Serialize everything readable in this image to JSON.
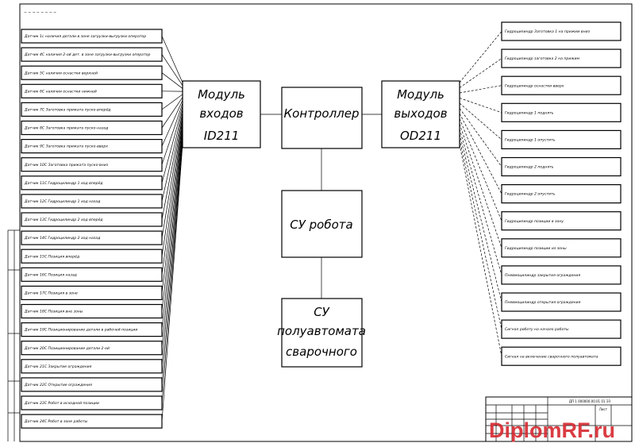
{
  "modules": {
    "input": [
      "Модуль",
      "входов",
      "ID211"
    ],
    "controller": [
      "Контроллер"
    ],
    "output": [
      "Модуль",
      "выходов",
      "OD211"
    ],
    "robot": [
      "СУ робота"
    ],
    "welder": [
      "СУ",
      "полуавтомата",
      "сварочного"
    ]
  },
  "sheet_header": "~ ~ ~ ~ ~ ~ ~ ~",
  "inputs": [
    "Датчик 1с наличия детали в зоне загрузки-выгрузки оператор",
    "Датчик 4С наличия 2-ой дет. в зоне загрузки-выгрузки оператор",
    "Датчик 5С наличия оснастки верхней",
    "Датчик 6С наличия оснастки нижней",
    "Датчик 7С Заготовка прижата пуско-вперёд",
    "Датчик 8С Заготовка прижата пуско-назад",
    "Датчик 9С Заготовка прижата пуско-вверх",
    "Датчик 10С Заготовка прижата пуско-вниз",
    "Датчик 11С Гидроцилиндр 1 ход вперёд",
    "Датчик 12С Гидроцилиндр 1 ход назад",
    "Датчик 13С Гидроцилиндр 2 ход вперёд",
    "Датчик 14С Гидроцилиндр 2 ход назад",
    "Датчик 15С Позиция вперёд",
    "Датчик 16С Позиция назад",
    "Датчик 17С Позиция в зоне",
    "Датчик 18С Позиция вне зоны",
    "Датчик 19С Позиционирование детали в рабочей позиции",
    "Датчик 20С Позиционирование детали 2-ой",
    "Датчик 21С Закрытие ограждения",
    "Датчик 22С Открытие ограждения",
    "Датчик 23С Робот в исходной позиции",
    "Датчик 24С Робот в зоне работы"
  ],
  "outputs": [
    "Гидроцилиндр Заготовка 1 на прижим вниз",
    "Гидроцилиндр заготовка 2 на прижим",
    "Гидроцилиндр оснастки вверх",
    "Гидроцилиндр 1 поднять",
    "Гидроцилиндр 1 опустить",
    "Гидроцилиндр 2 поднять",
    "Гидроцилиндр 2 опустить",
    "Гидроцилиндр позиции в зону",
    "Гидроцилиндр позиции из зоны",
    "Пневмоцилиндр закрытия ограждения",
    "Пневмоцилиндр открытия ограждения",
    "Сигнал роботу на начало работы",
    "Сигнал на включение сварочного полуавтомата"
  ],
  "stamp": {
    "doc_code": "ДП 1 000000.00.01 01 ЭЗ",
    "sheet_label": "Лист"
  },
  "watermark": "DiplomRF.ru",
  "colors": {
    "line": "#000000",
    "watermark": "#d7282f",
    "background": "#ffffff"
  }
}
